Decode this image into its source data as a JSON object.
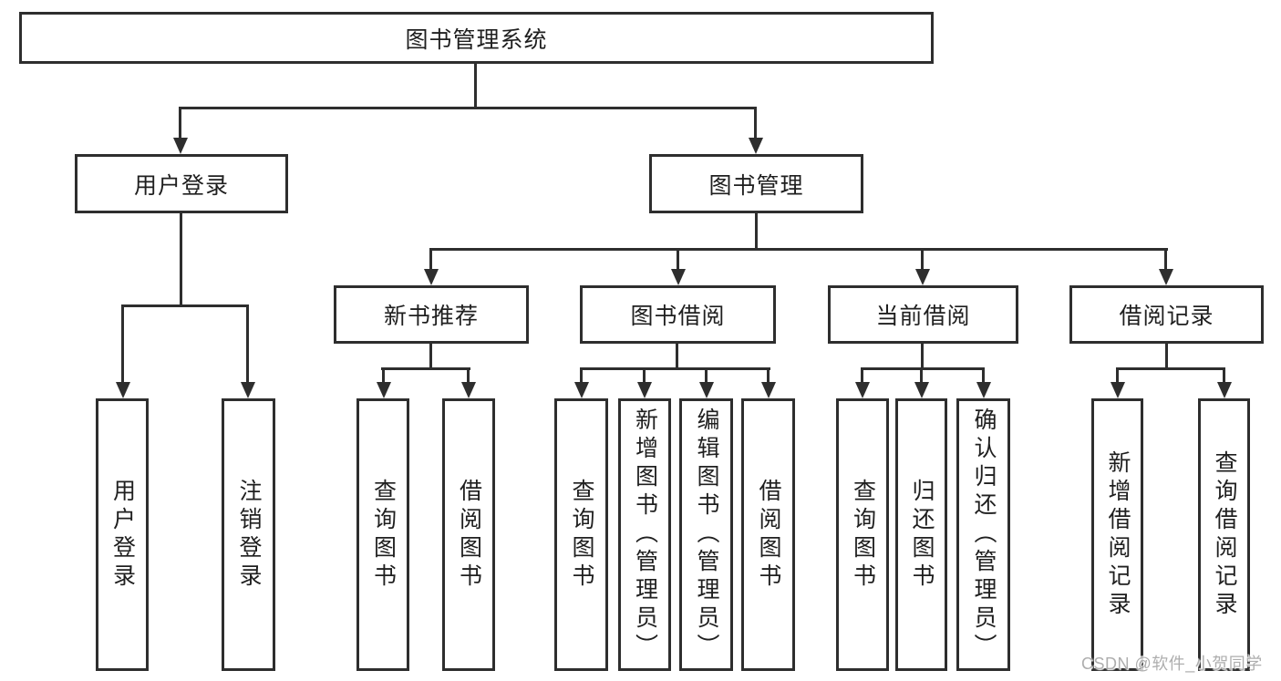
{
  "tree": {
    "root": {
      "label": "图书管理系统"
    },
    "branches": [
      {
        "label": "用户登录",
        "children": [
          {
            "label": "用户登录"
          },
          {
            "label": "注销登录"
          }
        ]
      },
      {
        "label": "图书管理",
        "children": [
          {
            "label": "新书推荐",
            "children": [
              {
                "label": "查询图书"
              },
              {
                "label": "借阅图书"
              }
            ]
          },
          {
            "label": "图书借阅",
            "children": [
              {
                "label": "查询图书"
              },
              {
                "label": "新增图书（管理员）"
              },
              {
                "label": "编辑图书（管理员）"
              },
              {
                "label": "借阅图书"
              }
            ]
          },
          {
            "label": "当前借阅",
            "children": [
              {
                "label": "查询图书"
              },
              {
                "label": "归还图书"
              },
              {
                "label": "确认归还（管理员）"
              }
            ]
          },
          {
            "label": "借阅记录",
            "children": [
              {
                "label": "新增借阅记录"
              },
              {
                "label": "查询借阅记录"
              }
            ]
          }
        ]
      }
    ]
  },
  "watermark": {
    "text": "CSDN @软件_小贺同学"
  },
  "colors": {
    "line": "#2e2e2e",
    "text": "#1f1f1f",
    "watermark": "#aeaeae",
    "background": "#ffffff"
  }
}
